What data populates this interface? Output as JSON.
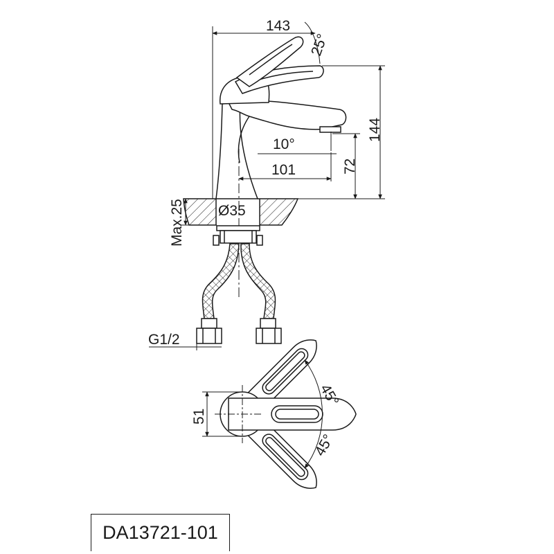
{
  "dimensions": {
    "width_total": "143",
    "handle_angle": "25°",
    "height_total": "144",
    "spout_angle": "10°",
    "spout_reach": "101",
    "spout_height": "72",
    "max_deck": "Max.25",
    "base_diameter": "Ø35",
    "connection": "G1/2",
    "top_width": "51",
    "rotate_top": "45°",
    "rotate_bottom": "45°"
  },
  "model": "DA13721-101",
  "colors": {
    "line": "#1a1a1a",
    "hose_fill": "#ffffff",
    "background": "#ffffff"
  }
}
